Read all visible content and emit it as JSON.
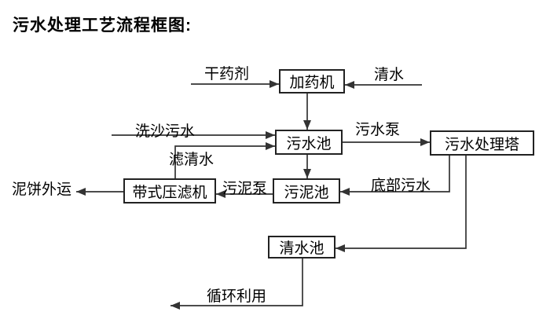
{
  "title": "污水处理工艺流程框图:",
  "nodes": [
    {
      "id": "dosing-machine",
      "label": "加药机"
    },
    {
      "id": "sewage-pool",
      "label": "污水池"
    },
    {
      "id": "treatment-tower",
      "label": "污水处理塔"
    },
    {
      "id": "sludge-pool",
      "label": "污泥池"
    },
    {
      "id": "belt-filter-press",
      "label": "带式压滤机"
    },
    {
      "id": "clean-water-pool",
      "label": "清水池"
    }
  ],
  "edge_labels": [
    {
      "id": "dry-agent",
      "text": "干药剂"
    },
    {
      "id": "clean-water",
      "text": "清水"
    },
    {
      "id": "sand-washing-sewage",
      "text": "洗沙污水"
    },
    {
      "id": "sewage-pump",
      "text": "污水泵"
    },
    {
      "id": "filtered-clean-water",
      "text": "滤清水"
    },
    {
      "id": "bottom-sewage",
      "text": "底部污水"
    },
    {
      "id": "sludge-pump",
      "text": "污泥泵"
    },
    {
      "id": "mud-cake-transport",
      "text": "泥饼外运"
    },
    {
      "id": "recycling-use",
      "text": "循环利用"
    }
  ],
  "edges": [
    {
      "from": "干药剂(外部)",
      "to": "加药机",
      "label": "干药剂"
    },
    {
      "from": "清水(外部)",
      "to": "加药机",
      "label": "清水"
    },
    {
      "from": "加药机",
      "to": "污水池",
      "label": ""
    },
    {
      "from": "洗沙污水(外部)",
      "to": "污水池",
      "label": "洗沙污水"
    },
    {
      "from": "带式压滤机",
      "to": "污水池",
      "label": "滤清水"
    },
    {
      "from": "污水池",
      "to": "污水处理塔",
      "label": "污水泵"
    },
    {
      "from": "污水池",
      "to": "污泥池",
      "label": ""
    },
    {
      "from": "污水处理塔",
      "to": "污泥池",
      "label": "底部污水"
    },
    {
      "from": "污水处理塔",
      "to": "清水池",
      "label": ""
    },
    {
      "from": "污泥池",
      "to": "带式压滤机",
      "label": "污泥泵"
    },
    {
      "from": "带式压滤机",
      "to": "泥饼外运",
      "label": "泥饼外运"
    },
    {
      "from": "清水池",
      "to": "循环利用",
      "label": "循环利用"
    }
  ],
  "colors": {
    "line": "#333333",
    "box_border": "#222222",
    "text": "#000000",
    "background": "#ffffff"
  }
}
